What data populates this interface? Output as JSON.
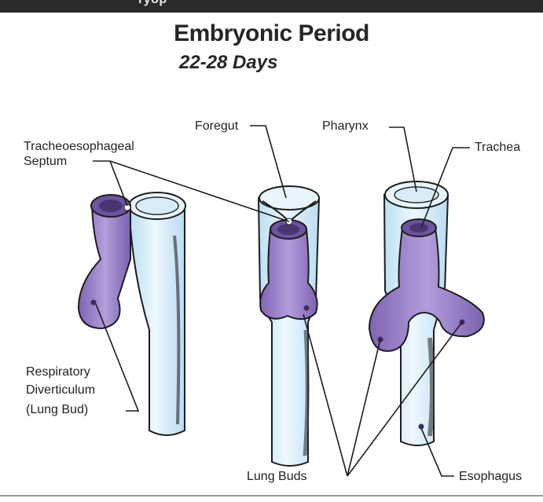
{
  "header": {
    "snippet": "ryop"
  },
  "title": "Embryonic Period",
  "subtitle": "22-28 Days",
  "labels": {
    "tracheoesophageal_line1": "Tracheoesophageal",
    "tracheoesophageal_line2": "Septum",
    "foregut": "Foregut",
    "pharynx": "Pharynx",
    "trachea": "Trachea",
    "respiratory_line1": "Respiratory",
    "respiratory_line2": "Diverticulum",
    "respiratory_line3": "(Lung Bud)",
    "lung_buds": "Lung Buds",
    "esophagus": "Esophagus"
  },
  "colors": {
    "tube_blue": "#d4ebf8",
    "tube_highlight": "#f2f9fe",
    "bud_purple": "#9b82c9",
    "bud_purple_dark": "#6d549e",
    "outline": "#1d1d1d",
    "shadow": "#3b3f44"
  }
}
